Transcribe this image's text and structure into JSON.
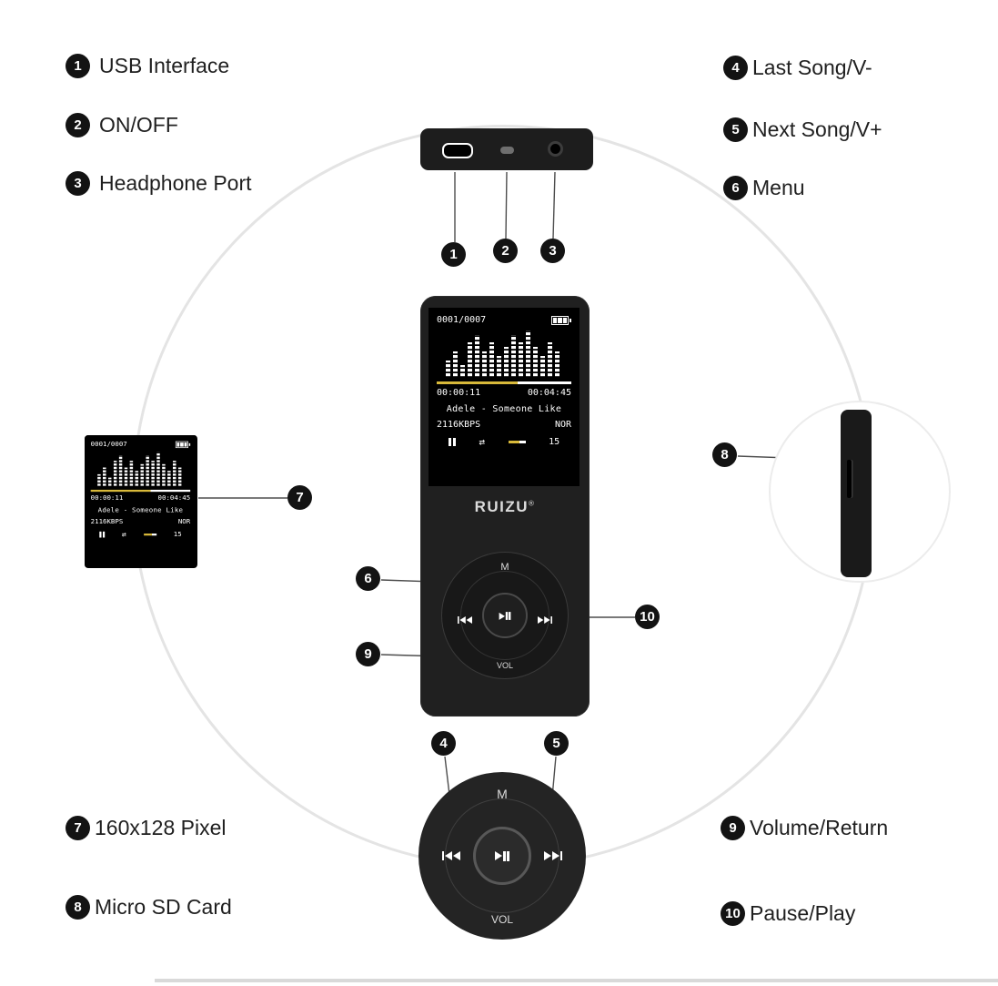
{
  "figure": {
    "callouts": [
      {
        "num": "1",
        "label": "USB Interface"
      },
      {
        "num": "2",
        "label": "ON/OFF"
      },
      {
        "num": "3",
        "label": "Headphone Port"
      },
      {
        "num": "4",
        "label": "Last Song/V-"
      },
      {
        "num": "5",
        "label": "Next Song/V+"
      },
      {
        "num": "6",
        "label": "Menu"
      },
      {
        "num": "7",
        "label": "160x128 Pixel"
      },
      {
        "num": "8",
        "label": "Micro SD Card"
      },
      {
        "num": "9",
        "label": "Volume/Return"
      },
      {
        "num": "10",
        "label": "Pause/Play"
      }
    ]
  },
  "device": {
    "brand": "RUIZU",
    "brand_reg": "®",
    "screen": {
      "track_counter": "0001/0007",
      "elapsed": "00:00:11",
      "duration": "00:04:45",
      "title": "Adele - Someone Like",
      "bitrate": "2116KBPS",
      "eq_mode": "NOR",
      "volume": "15",
      "shuffle_icon": "⇄"
    },
    "controls": {
      "menu": "M",
      "volume": "VOL"
    },
    "colors": {
      "accent_yellow": "#d8b93a",
      "body_black": "#202020"
    }
  }
}
